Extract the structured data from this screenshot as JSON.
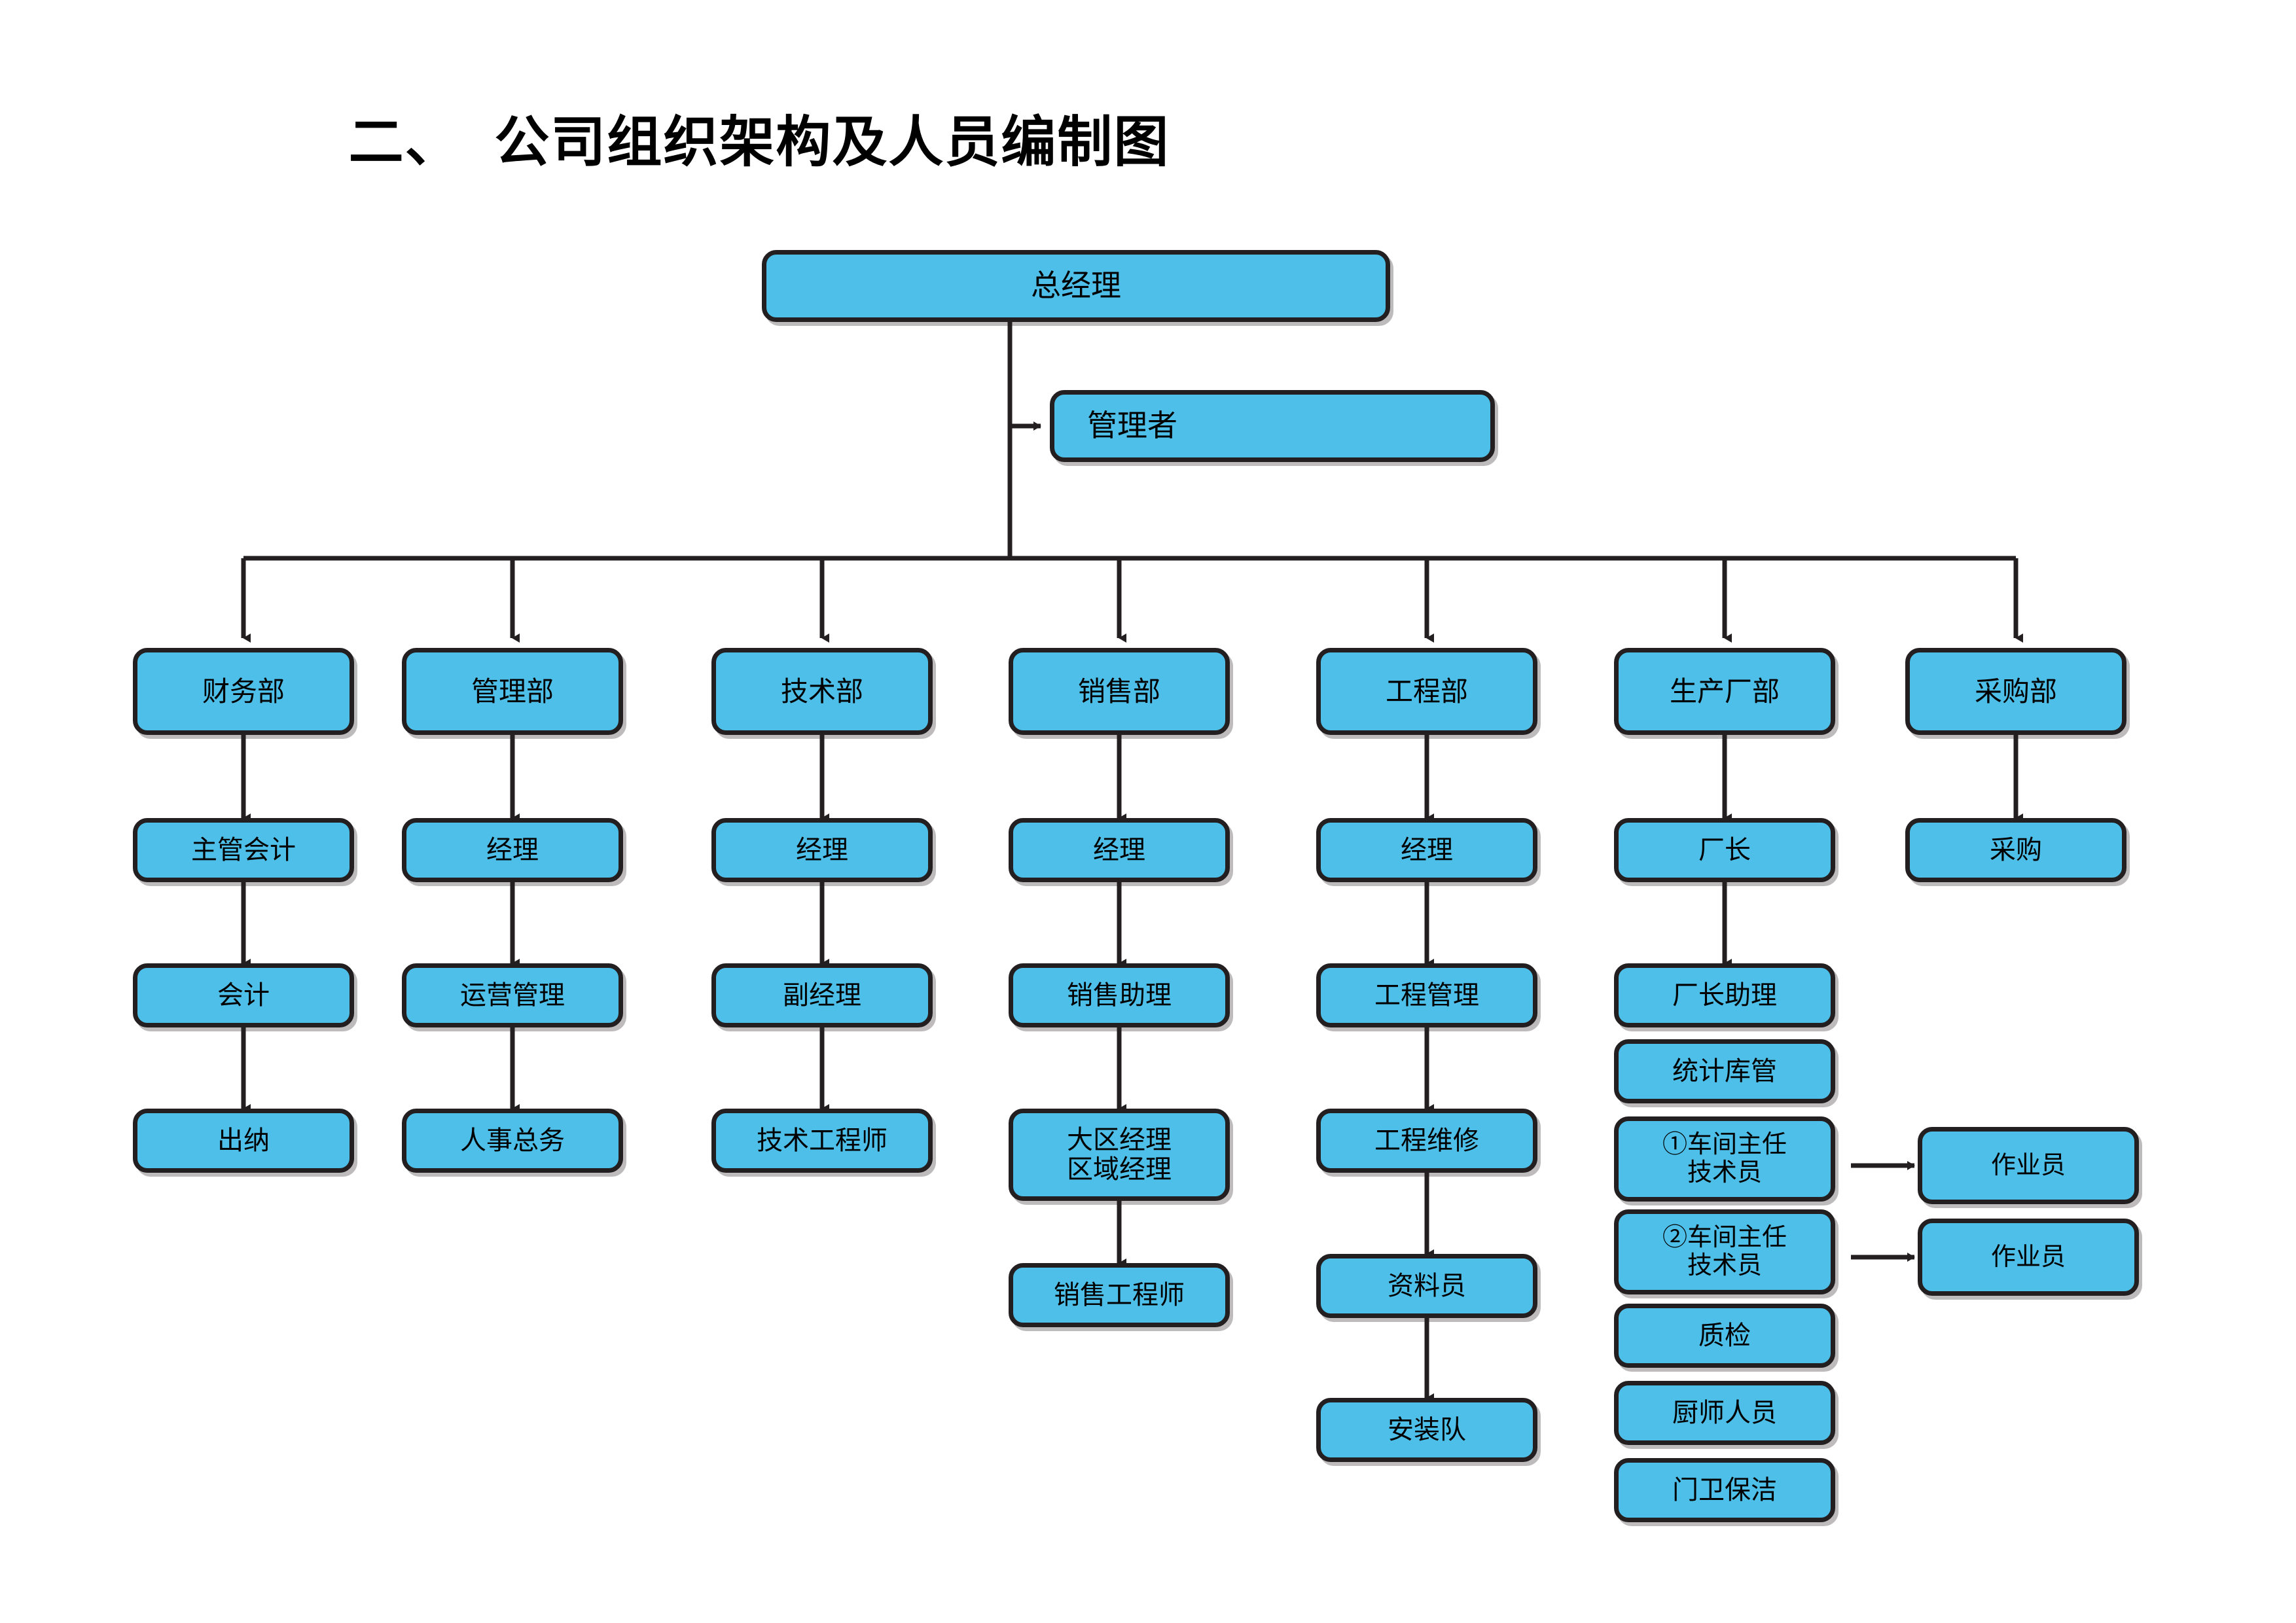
{
  "title": "二、  公司组织架构及人员编制图",
  "colors": {
    "node_fill": "#4ebfe8",
    "node_border": "#231f20",
    "connector": "#231f20",
    "page_background": "#ffffff",
    "text": "#000000"
  },
  "top": {
    "general_manager": "总经理",
    "manager": "管理者"
  },
  "departments": [
    {
      "name": "财务部",
      "chain": [
        "主管会计",
        "会计",
        "出纳"
      ]
    },
    {
      "name": "管理部",
      "chain": [
        "经理",
        "运营管理",
        "人事总务"
      ]
    },
    {
      "name": "技术部",
      "chain": [
        "经理",
        "副经理",
        "技术工程师"
      ]
    },
    {
      "name": "销售部",
      "chain": [
        "经理",
        "销售助理",
        "大区经理\n区域经理",
        "销售工程师"
      ]
    },
    {
      "name": "工程部",
      "chain": [
        "经理",
        "工程管理",
        "工程维修",
        "资料员",
        "安装队"
      ]
    },
    {
      "name": "生产厂部",
      "chain": [
        "厂长",
        "厂长助理",
        "统计库管",
        "①车间主任\n技术员",
        "②车间主任\n技术员",
        "质检",
        "厨师人员",
        "门卫保洁"
      ]
    },
    {
      "name": "采购部",
      "chain": [
        "采购"
      ]
    }
  ],
  "operators": [
    "作业员",
    "作业员"
  ]
}
